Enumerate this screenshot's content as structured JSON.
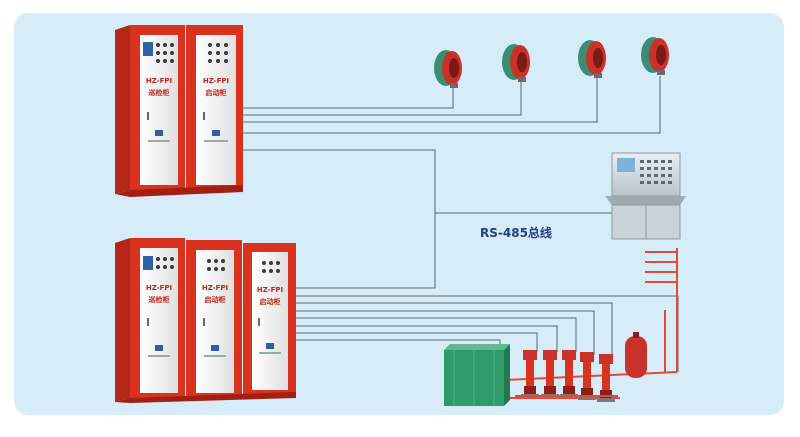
{
  "diagram": {
    "bus_label": "RS-485总线",
    "cabinet_model": "HZ-FPI",
    "cabinet_label_patrol": "巡检柜",
    "cabinet_label_start": "启动柜",
    "colors": {
      "panel_bg": "#d6ecf8",
      "cabinet_red": "#d9321f",
      "cabinet_face": "#f2f2f2",
      "wire": "#5a6470",
      "fan_red": "#c8322a",
      "fan_green": "#3a8f72",
      "pipe_red": "#e04a3a",
      "tank_green": "#2f9a6a",
      "bus_text": "#1f3f8a"
    }
  }
}
